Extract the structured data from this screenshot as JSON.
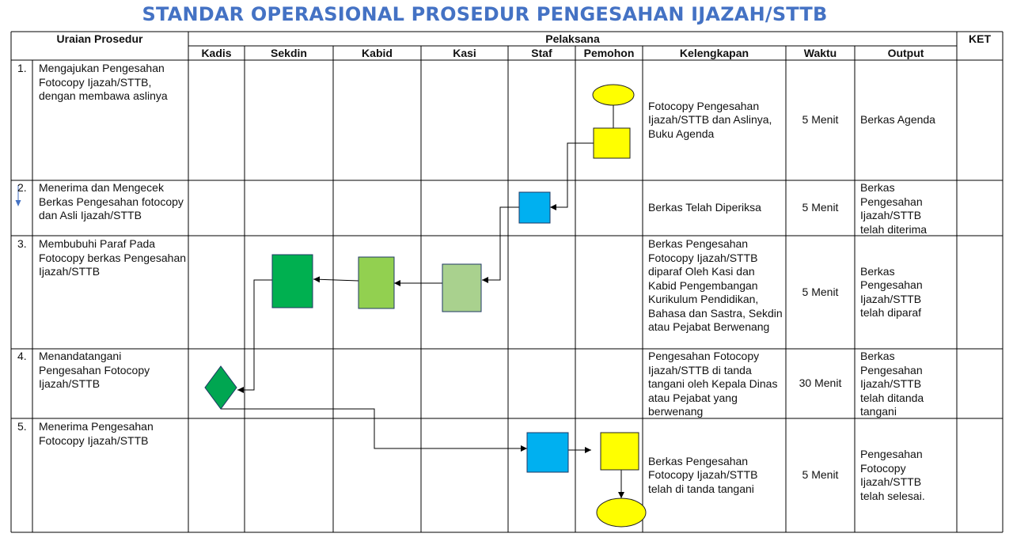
{
  "title": "STANDAR OPERASIONAL PROSEDUR PENGESAHAN IJAZAH/STTB",
  "headers": {
    "uraian": "Uraian Prosedur",
    "pelaksana": "Pelaksana",
    "ket": "KET",
    "kadis": "Kadis",
    "sekdin": "Sekdin",
    "kabid": "Kabid",
    "kasi": "Kasi",
    "staf": "Staf",
    "pemohon": "Pemohon",
    "kelengkapan": "Kelengkapan",
    "waktu": "Waktu",
    "output": "Output"
  },
  "rows": [
    {
      "no": "1.",
      "uraian": "Mengajukan Pengesahan Fotocopy Ijazah/STTB, dengan membawa aslinya",
      "kelengkapan": "Fotocopy Pengesahan Ijazah/STTB dan Aslinya, Buku Agenda",
      "waktu": "5 Menit",
      "output": "Berkas Agenda"
    },
    {
      "no": "2.",
      "uraian": "Menerima dan Mengecek Berkas Pengesahan fotocopy dan Asli Ijazah/STTB",
      "kelengkapan": "Berkas Telah Diperiksa",
      "waktu": "5 Menit",
      "output": "Berkas Pengesahan Ijazah/STTB telah diterima"
    },
    {
      "no": "3.",
      "uraian": "Membubuhi Paraf Pada Fotocopy berkas Pengesahan Ijazah/STTB",
      "kelengkapan": "Berkas Pengesahan Fotocopy Ijazah/STTB diparaf Oleh Kasi dan Kabid Pengembangan Kurikulum Pendidikan, Bahasa dan Sastra, Sekdin atau Pejabat Berwenang",
      "waktu": "5 Menit",
      "output": "Berkas Pengesahan Ijazah/STTB telah diparaf"
    },
    {
      "no": "4.",
      "uraian": "Menandatangani Pengesahan Fotocopy Ijazah/STTB",
      "kelengkapan": "Pengesahan Fotocopy Ijazah/STTB di tanda tangani oleh Kepala Dinas atau Pejabat yang berwenang",
      "waktu": "30 Menit",
      "output": "Berkas Pengesahan Ijazah/STTB telah ditanda tangani"
    },
    {
      "no": "5.",
      "uraian": "Menerima Pengesahan Fotocopy Ijazah/STTB",
      "kelengkapan": "Berkas Pengesahan Fotocopy Ijazah/STTB telah di tanda tangani",
      "waktu": "5 Menit",
      "output": "Pengesahan Fotocopy Ijazah/STTB telah selesai."
    }
  ],
  "shape_colors": {
    "terminator": "#ffff00",
    "pemohon_box": "#ffff00",
    "staf_box": "#00b0f0",
    "kasi_box": "#a9d18e",
    "kabid_box": "#92d050",
    "sekdin_box": "#00b050",
    "kadis_decision": "#00a651",
    "title_color": "#4472c4"
  }
}
